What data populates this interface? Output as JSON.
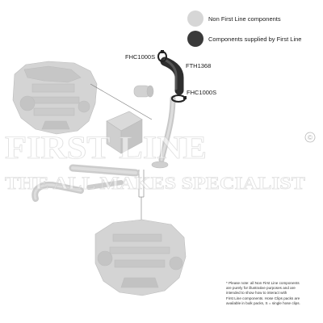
{
  "legend": [
    {
      "label": "Non First Line components",
      "color": "#d6d6d6"
    },
    {
      "label": "Components supplied by First Line",
      "color": "#3a3a3a"
    }
  ],
  "parts": {
    "clip_top": "FHC1000S",
    "hose": "FTH1368",
    "clip_bottom": "FHC1000S"
  },
  "watermark": {
    "line1": "FIRST LINE",
    "line2": "THE ALL MAKES SPECIALIST",
    "symbol": "©"
  },
  "note": {
    "lines": [
      "* Please note: all Non First Line components",
      "are purely for illustrative purposes and are",
      "intended to show how to interact with",
      "First Line components. Hose Clips packs are",
      "available in bulk packs, S = single hose clips."
    ]
  }
}
